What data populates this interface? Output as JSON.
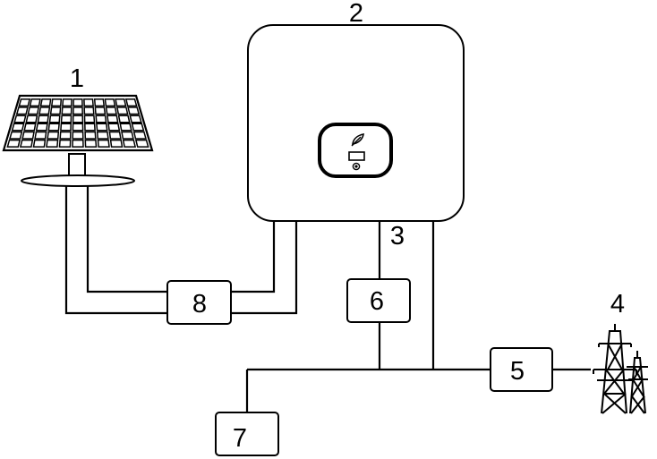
{
  "labels": {
    "solar_panel": "1",
    "inverter": "2",
    "inverter_output": "3",
    "grid_tower": "4",
    "box_5": "5",
    "box_6": "6",
    "box_7": "7",
    "box_8": "8"
  },
  "colors": {
    "stroke": "#000000",
    "background": "#ffffff"
  },
  "icons": [
    "solar-panel-icon",
    "leaf-icon",
    "display-icon",
    "button-icon",
    "transmission-tower-icon"
  ]
}
